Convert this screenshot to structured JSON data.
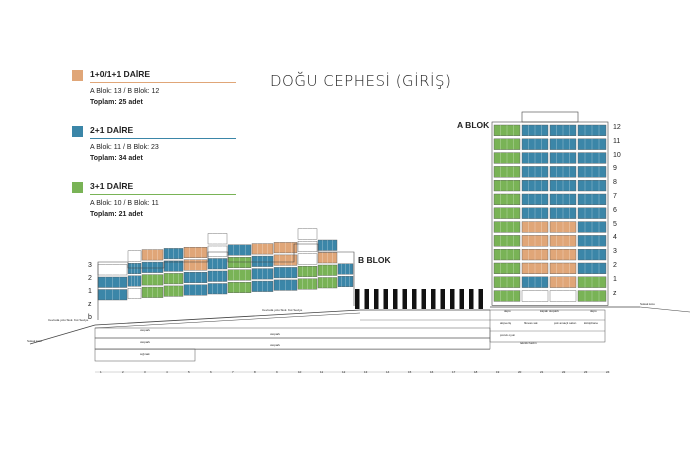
{
  "title": "DOĞU CEPHESİ (GİRİŞ)",
  "legend": [
    {
      "label": "1+0/1+1 DAİRE",
      "detail": "A Blok: 13 / B Blok: 12",
      "total": "Toplam: 25 adet",
      "color": "#e0a678"
    },
    {
      "label": "2+1 DAİRE",
      "detail": "A Blok: 11 / B Blok: 23",
      "total": "Toplam: 34 adet",
      "color": "#3b86a8"
    },
    {
      "label": "3+1 DAİRE",
      "detail": "A Blok: 10 / B Blok: 11",
      "total": "Toplam: 21 adet",
      "color": "#79b356"
    }
  ],
  "blocks": {
    "a_label": "A BLOK",
    "b_label": "B BLOK"
  },
  "a_floor_numbers": [
    "12",
    "11",
    "10",
    "9",
    "8",
    "7",
    "6",
    "5",
    "4",
    "3",
    "2",
    "1",
    "z"
  ],
  "b_floor_numbers": [
    "3",
    "2",
    "1",
    "z",
    "b"
  ],
  "grid_numbers": [
    "1",
    "2",
    "3",
    "4",
    "5",
    "6",
    "7",
    "8",
    "9",
    "10",
    "11",
    "12",
    "13",
    "14",
    "15",
    "16",
    "17",
    "18",
    "19",
    "20",
    "21",
    "22",
    "23",
    "24"
  ],
  "labels": {
    "otopark": "otopark",
    "siginak": "sığınak",
    "ground_left": "Cevreda yolu Siok. Kot Seviye",
    "ground_right": "Cevreda yolu Siok. Kot Seviye",
    "street_left": "Sokak kotu",
    "street_right": "Sokak kotu",
    "room_labels": [
      "depo",
      "kapalı otopark",
      "depo",
      "alışveriş",
      "fitness sal.",
      "çok amaçlı salon",
      "kütüphane",
      "çocuk oyun",
      "teknik hacim"
    ]
  },
  "colors": {
    "orange": "#e0a678",
    "blue": "#3b86a8",
    "green": "#79b356",
    "line": "#444444",
    "hatch": "#111111"
  }
}
